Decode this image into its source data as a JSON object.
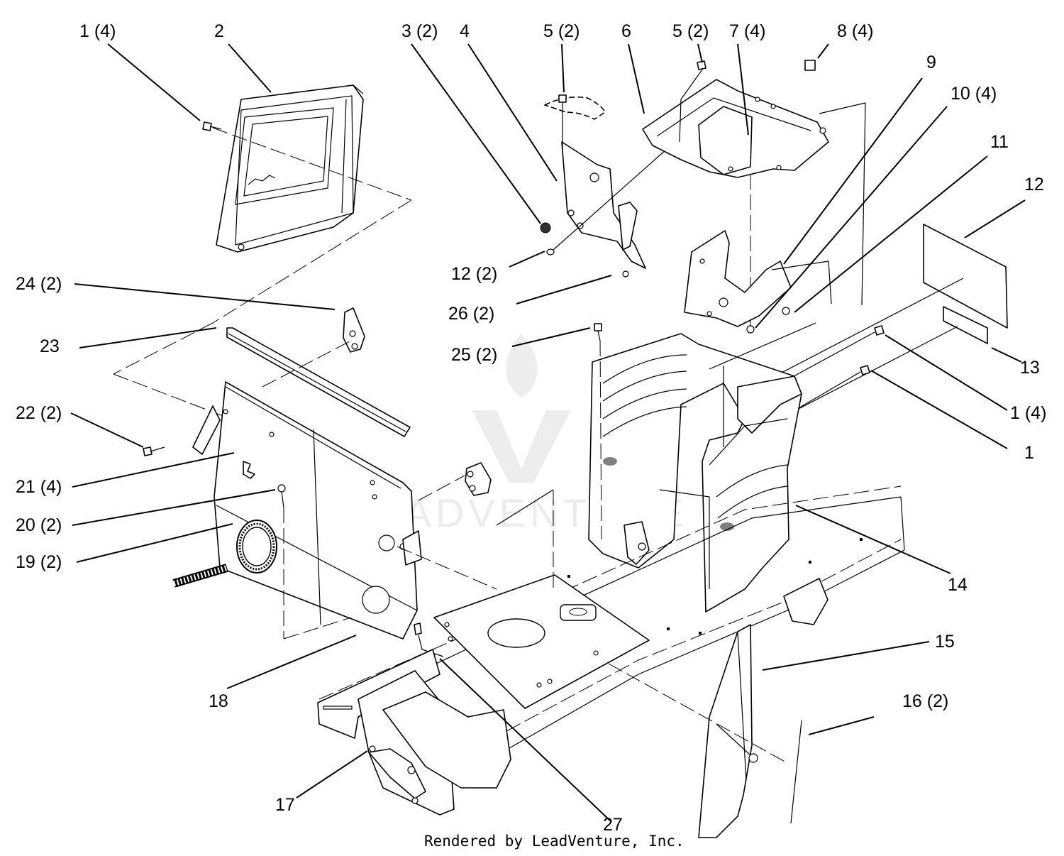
{
  "callouts": [
    {
      "id": "c1",
      "text": "1 (4)"
    },
    {
      "id": "c2",
      "text": "2"
    },
    {
      "id": "c3",
      "text": "3 (2)"
    },
    {
      "id": "c4",
      "text": "4"
    },
    {
      "id": "c5a",
      "text": "5 (2)"
    },
    {
      "id": "c6",
      "text": "6"
    },
    {
      "id": "c5b",
      "text": "5 (2)"
    },
    {
      "id": "c7",
      "text": "7 (4)"
    },
    {
      "id": "c8",
      "text": "8 (4)"
    },
    {
      "id": "c9",
      "text": "9"
    },
    {
      "id": "c10",
      "text": "10 (4)"
    },
    {
      "id": "c11",
      "text": "11"
    },
    {
      "id": "c12a",
      "text": "12"
    },
    {
      "id": "c12b",
      "text": "12 (2)"
    },
    {
      "id": "c24",
      "text": "24 (2)"
    },
    {
      "id": "c26",
      "text": "26 (2)"
    },
    {
      "id": "c23",
      "text": "23"
    },
    {
      "id": "c25",
      "text": "25 (2)"
    },
    {
      "id": "c13",
      "text": "13"
    },
    {
      "id": "c22",
      "text": "22 (2)"
    },
    {
      "id": "c1b",
      "text": "1 (4)"
    },
    {
      "id": "c1c",
      "text": "1"
    },
    {
      "id": "c21",
      "text": "21 (4)"
    },
    {
      "id": "c20",
      "text": "20 (2)"
    },
    {
      "id": "c19",
      "text": "19 (2)"
    },
    {
      "id": "c14",
      "text": "14"
    },
    {
      "id": "c15",
      "text": "15"
    },
    {
      "id": "c18",
      "text": "18"
    },
    {
      "id": "c16",
      "text": "16 (2)"
    },
    {
      "id": "c17",
      "text": "17"
    },
    {
      "id": "c27",
      "text": "27"
    }
  ],
  "footer": "Rendered by LeadVenture, Inc.",
  "watermark": "LEADVENTURE"
}
